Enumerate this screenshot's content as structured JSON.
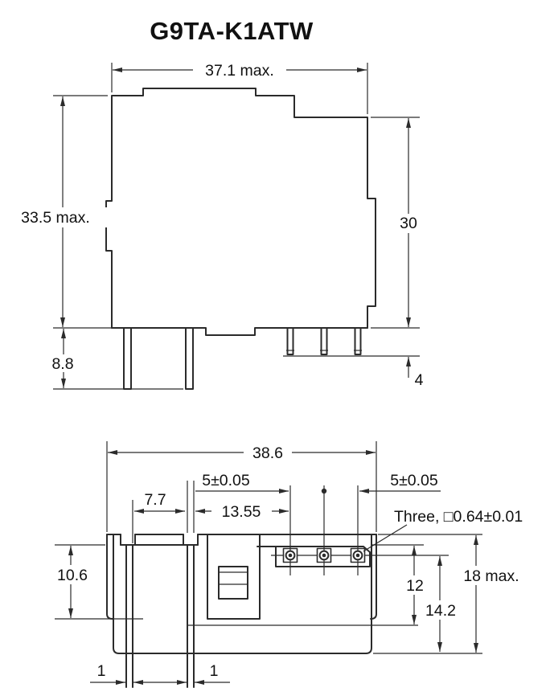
{
  "title": "G9TA-K1ATW",
  "front_view": {
    "dim_width_top": "37.1 max.",
    "dim_height_left": "33.5 max.",
    "dim_height_right": "30",
    "dim_terminal_length_left": "8.8",
    "dim_terminal_length_right": "4"
  },
  "bottom_view": {
    "dim_width_top": "38.6",
    "dim_pin_pitch_left": "5±0.05",
    "dim_pin_pitch_right": "5±0.05",
    "dim_blade_gap": "7.7",
    "dim_blade_to_pin": "13.55",
    "pin_note": "Three, □0.64±0.01",
    "dim_depth_left": "10.6",
    "dim_depth_pin": "12",
    "dim_depth_pin_bottom": "14.2",
    "dim_height_max": "18 max.",
    "dim_blade_thickness_left": "1",
    "dim_blade_thickness_right": "1"
  },
  "colors": {
    "line": "#2b2b2b",
    "text": "#111111",
    "background": "#ffffff"
  }
}
